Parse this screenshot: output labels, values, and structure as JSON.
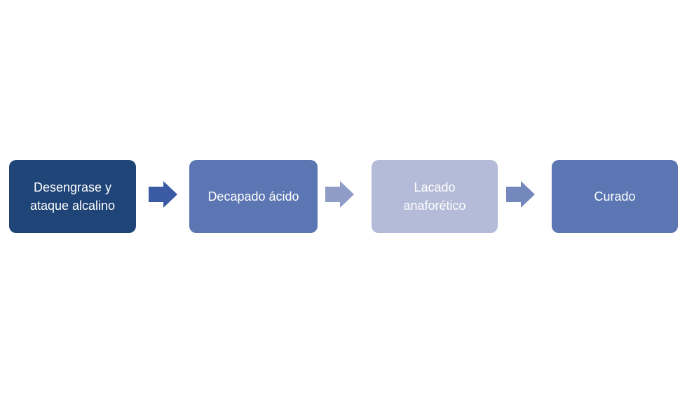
{
  "diagram": {
    "background_color": "#ffffff",
    "text_color": "#ffffff",
    "steps": [
      {
        "label": "Desengrase y ataque alcalino",
        "color": "#1f4477"
      },
      {
        "label": "Decapado ácido",
        "color": "#5b76b2"
      },
      {
        "label": "Lacado anaforético",
        "color": "#b4bbd8"
      },
      {
        "label": "Curado",
        "color": "#5b76b2"
      }
    ],
    "arrows": [
      {
        "direction": "right",
        "color": "#3a5ba4"
      },
      {
        "direction": "right",
        "color": "#8e9cc6"
      },
      {
        "direction": "right",
        "color": "#7488be"
      }
    ]
  }
}
